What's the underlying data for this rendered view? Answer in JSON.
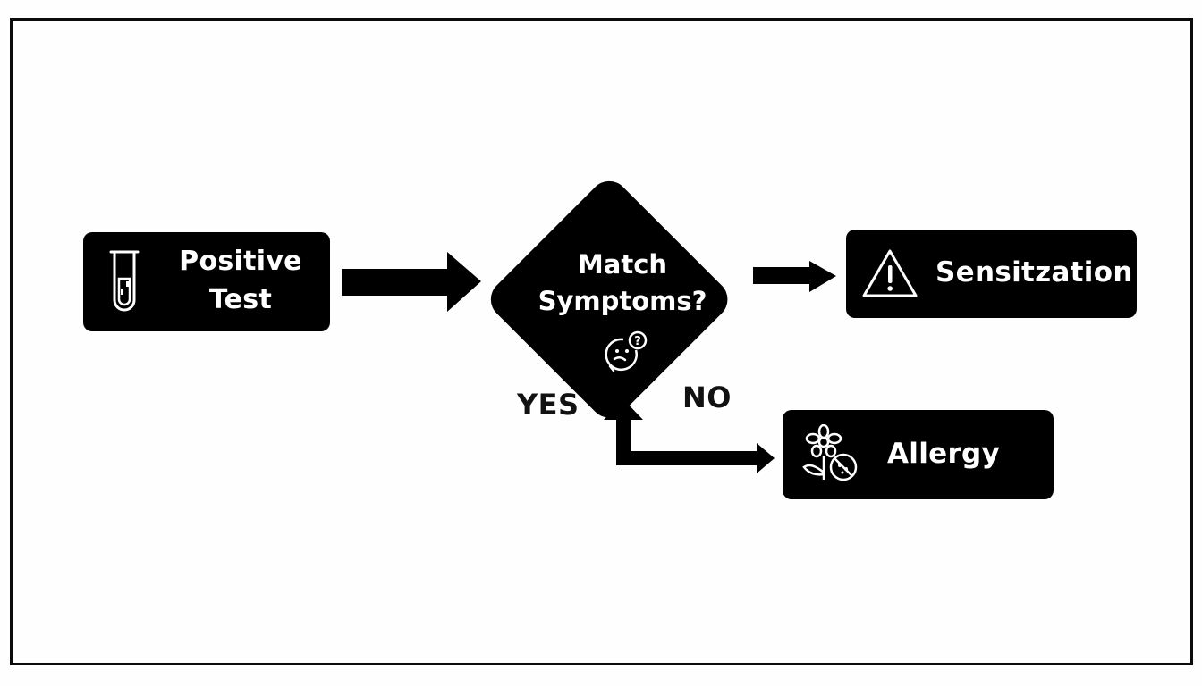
{
  "nodes": {
    "positive_test": {
      "line1": "Positive",
      "line2": "Test",
      "icon": "test-tube-icon"
    },
    "decision": {
      "line1": "Match",
      "line2": "Symptoms?",
      "icon": "confused-face-icon"
    },
    "sensitization": {
      "label": "Sensitzation",
      "icon": "warning-triangle-icon"
    },
    "allergy": {
      "label": "Allergy",
      "icon": "flower-allergy-icon"
    }
  },
  "branches": {
    "yes": "YES",
    "no": "NO"
  },
  "colors": {
    "node_fill": "#000000",
    "node_text": "#ffffff",
    "background": "#fdfefd",
    "border": "#0b0b0b"
  }
}
